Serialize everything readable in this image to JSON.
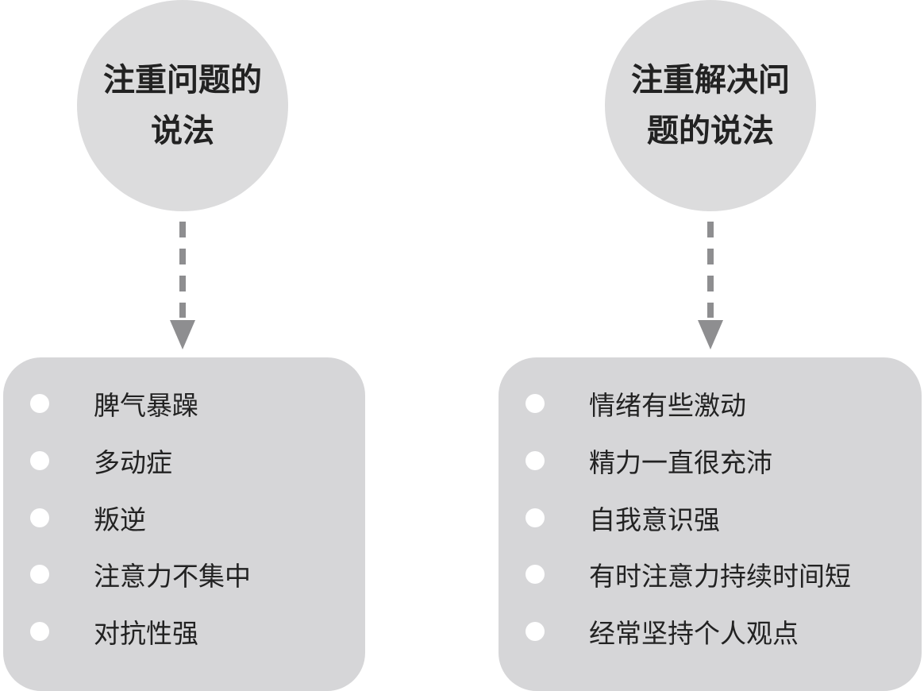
{
  "left": {
    "title": "注重问题的说法",
    "items": [
      "脾气暴躁",
      "多动症",
      "叛逆",
      "注意力不集中",
      "对抗性强"
    ]
  },
  "right": {
    "title": "注重解决问题的说法",
    "items": [
      "情绪有些激动",
      "精力一直很充沛",
      "自我意识强",
      "有时注意力持续时间短",
      "经常坚持个人观点"
    ]
  },
  "colors": {
    "circle": "#dcdcdd",
    "box": "#d6d6d8",
    "arrow": "#8e8e90"
  }
}
